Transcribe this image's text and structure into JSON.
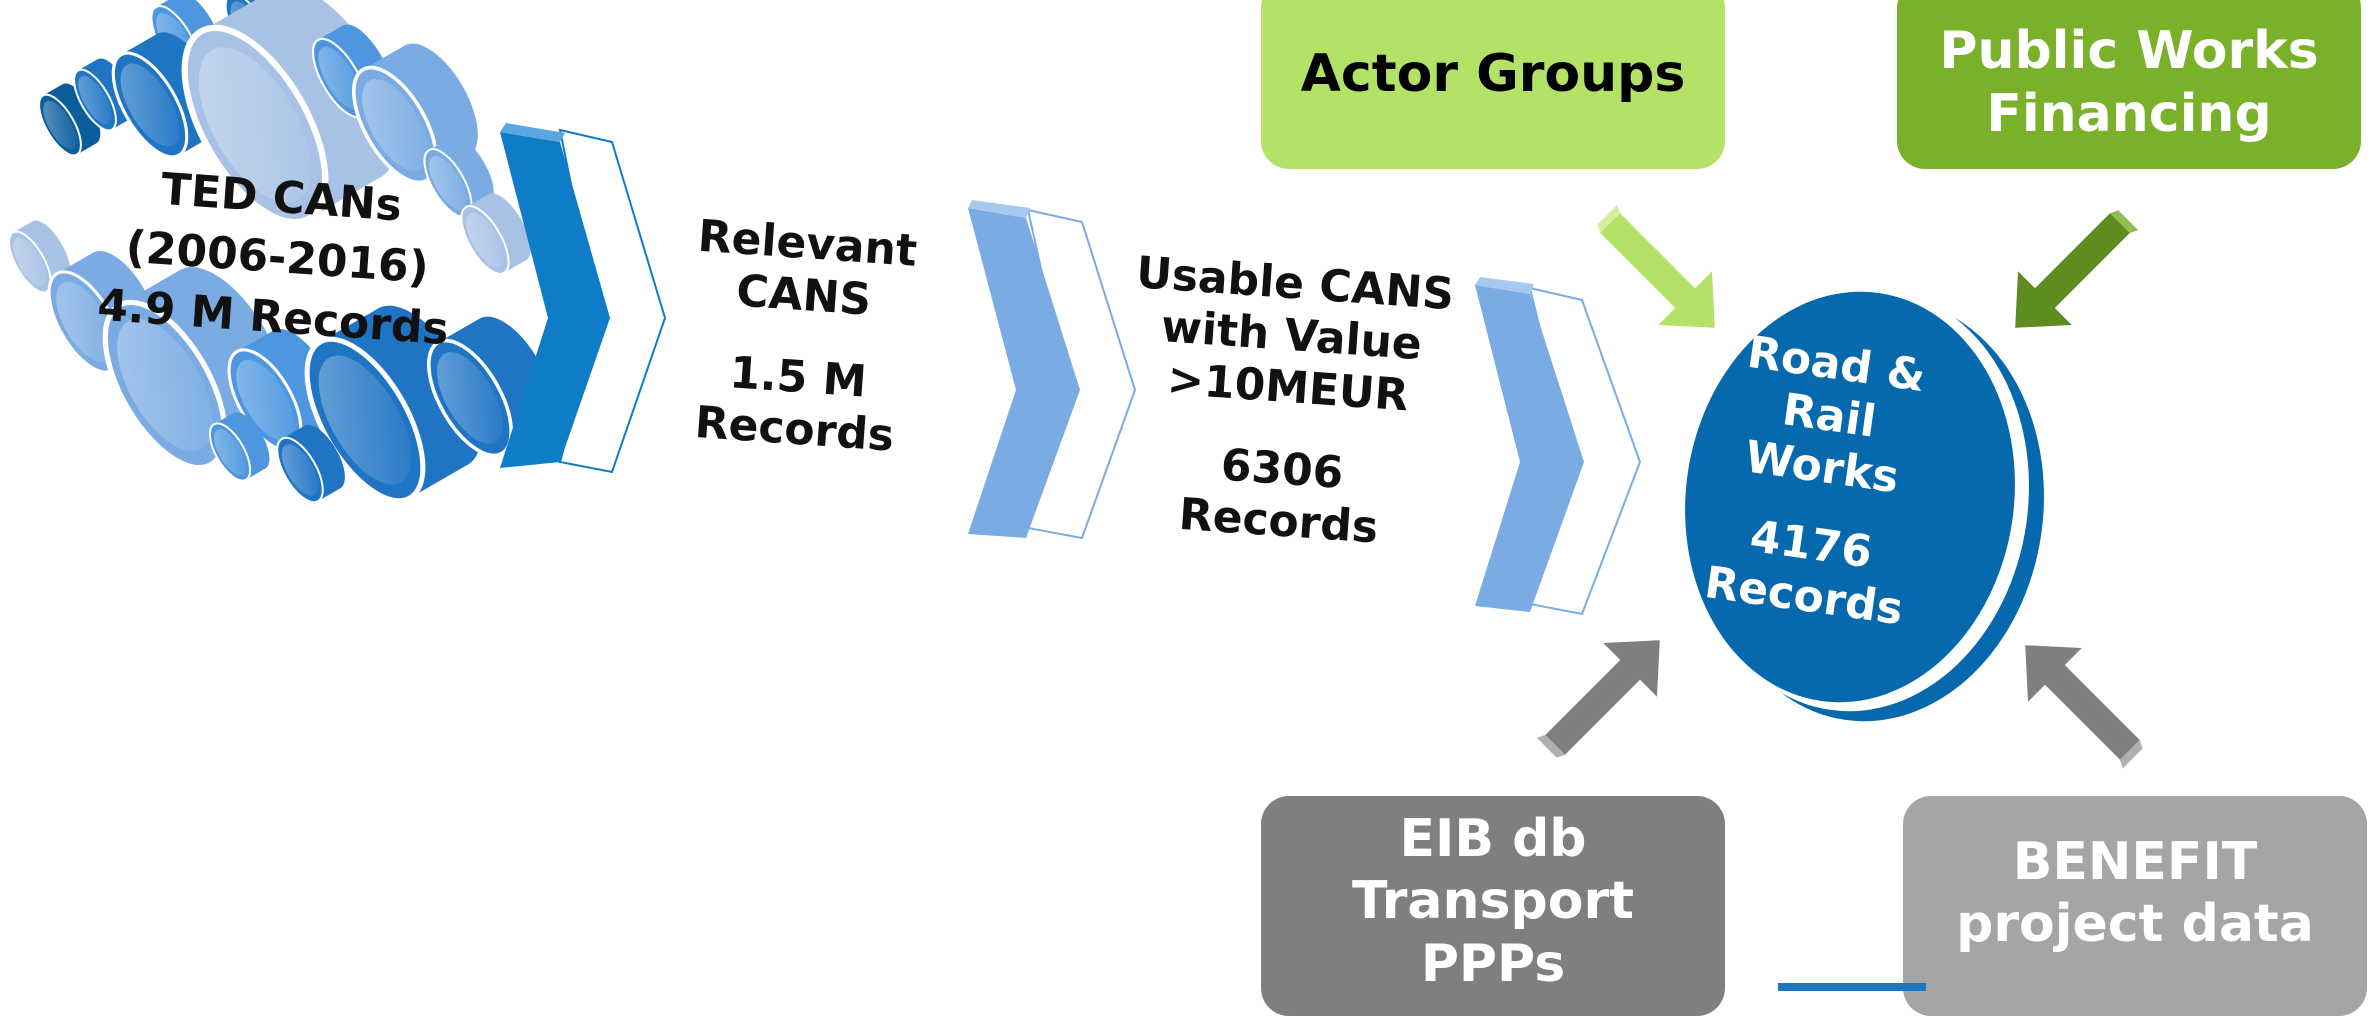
{
  "stages": [
    {
      "id": "ted",
      "lines": [
        "TED CANs",
        "(2006-2016)",
        "4.9 M Records"
      ]
    },
    {
      "id": "relevant",
      "lines": [
        "Relevant",
        "CANS",
        "1.5 M",
        "Records"
      ]
    },
    {
      "id": "usable",
      "lines": [
        "Usable CANS",
        "with Value",
        ">10MEUR",
        "6306",
        "Records"
      ]
    },
    {
      "id": "road_rail",
      "lines": [
        "Road &",
        "Rail",
        "Works",
        "4176",
        "Records"
      ]
    }
  ],
  "sources": {
    "actor_groups": [
      "Actor Groups"
    ],
    "public_works": [
      "Public Works",
      "Financing"
    ],
    "eib": [
      "EIB db",
      "Transport",
      "PPPs"
    ],
    "benefit": [
      "BENEFIT",
      "project data"
    ]
  },
  "colors": {
    "chevron_dark": "#0e7cc6",
    "chevron_light": "#7aabe3",
    "disk": "#0668ad",
    "actor_groups": "#b3e267",
    "public_works": "#7ab12a",
    "eib": "#7f7f7f",
    "benefit": "#a5a5a5",
    "arrow_light_green": "#b3e267",
    "arrow_dark_green": "#5e8c1e",
    "arrow_gray": "#7f7f7f"
  },
  "icons": [
    "database-cylinders-icon",
    "chevron-arrow-icon",
    "arrow-icon",
    "disk-icon"
  ]
}
